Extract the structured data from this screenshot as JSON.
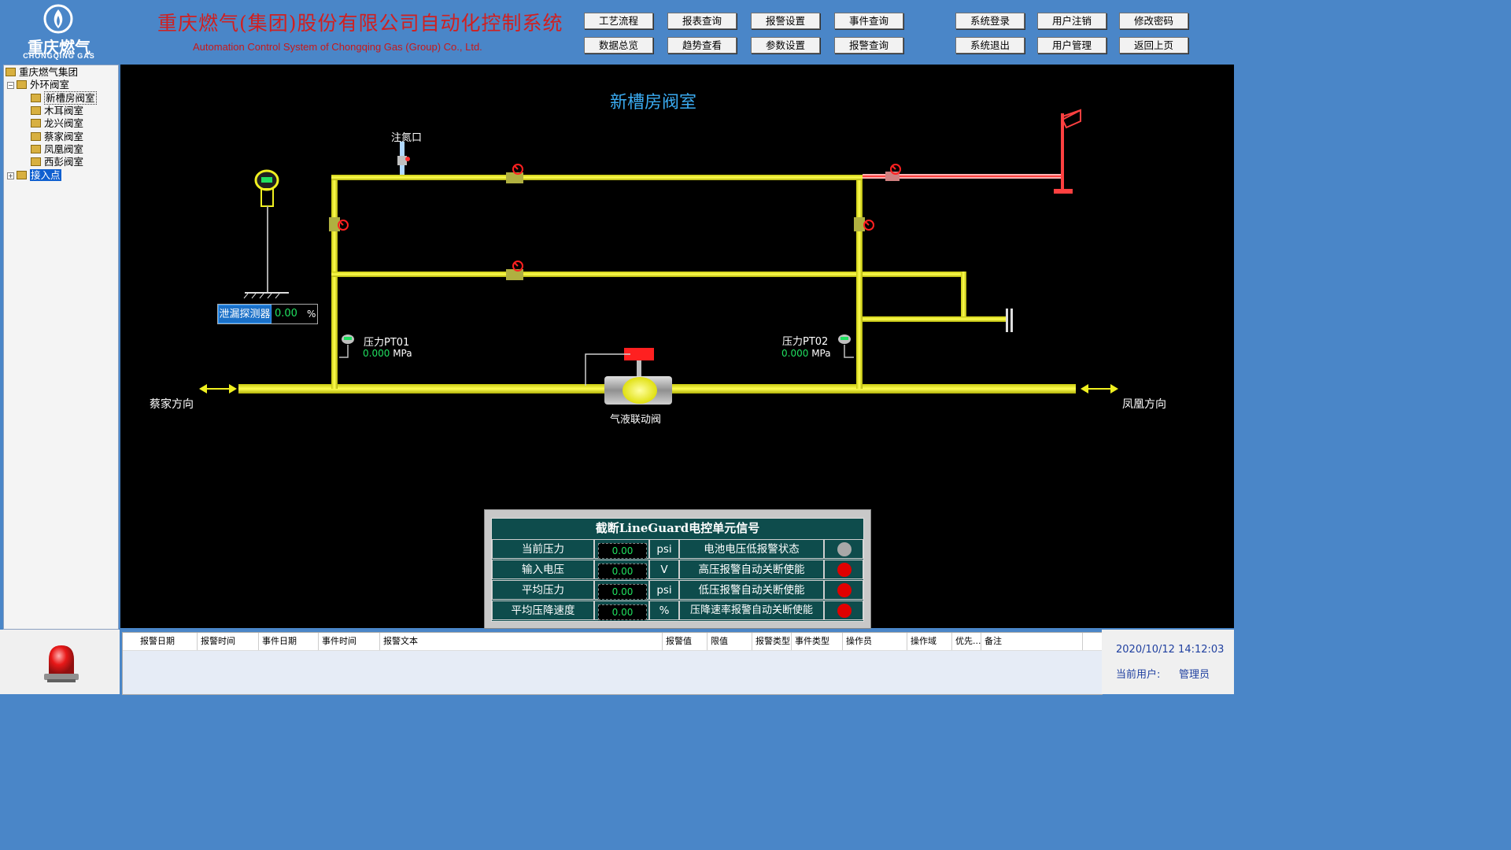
{
  "header": {
    "logo_cn": "重庆燃气",
    "logo_en": "CHONGQING GAS",
    "title_cn": "重庆燃气(集团)股份有限公司自动化控制系统",
    "title_en": "Automation Control System of Chongqing Gas (Group) Co., Ltd.",
    "buttons_row1": [
      "工艺流程",
      "报表查询",
      "报警设置",
      "事件查询",
      "系统登录",
      "用户注销",
      "修改密码"
    ],
    "buttons_row2": [
      "数据总览",
      "趋势查看",
      "参数设置",
      "报警查询",
      "系统退出",
      "用户管理",
      "返回上页"
    ]
  },
  "sidebar": {
    "root": "重庆燃气集团",
    "group": "外环阀室",
    "items": [
      "新槽房阀室",
      "木耳阀室",
      "龙兴阀室",
      "蔡家阀室",
      "凤凰阀室",
      "西彭阀室"
    ],
    "other": "接入点"
  },
  "plant": {
    "title": "新槽房阀室",
    "nitrogen_inlet": "注氮口",
    "detector_label": "泄漏探测器",
    "detector_value": "0.00",
    "detector_unit": "%",
    "pt01_name": "压力PT01",
    "pt01_value": "0.000",
    "pt01_unit": "MPa",
    "pt02_name": "压力PT02",
    "pt02_value": "0.000",
    "pt02_unit": "MPa",
    "left_direction": "蔡家方向",
    "right_direction": "凤凰方向",
    "main_valve": "气液联动阀"
  },
  "lineguard": {
    "title": "截断LineGuard电控单元信号",
    "rows": [
      {
        "label": "当前压力",
        "value": "0.00",
        "unit": "psi",
        "status_label": "电池电压低报警状态",
        "led": "#a8a8a8"
      },
      {
        "label": "输入电压",
        "value": "0.00",
        "unit": "V",
        "status_label": "高压报警自动关断使能",
        "led": "#e00000"
      },
      {
        "label": "平均压力",
        "value": "0.00",
        "unit": "psi",
        "status_label": "低压报警自动关断使能",
        "led": "#e00000"
      },
      {
        "label": "平均压降速度",
        "value": "0.00",
        "unit": "%",
        "status_label": "压降速率报警自动关断使能",
        "led": "#e00000"
      }
    ]
  },
  "events": {
    "columns": [
      "报警日期",
      "报警时间",
      "事件日期",
      "事件时间",
      "报警文本",
      "报警值",
      "限值",
      "报警类型",
      "事件类型",
      "操作员",
      "操作域",
      "优先...",
      "备注"
    ]
  },
  "status": {
    "datetime": "2020/10/12  14:12:03",
    "user_label": "当前用户:",
    "user": "管理员"
  },
  "colors": {
    "pipe": "#f0f020",
    "vent_pipe": "#ff6060",
    "valve_handle": "#ff2020",
    "background": "#000000"
  }
}
